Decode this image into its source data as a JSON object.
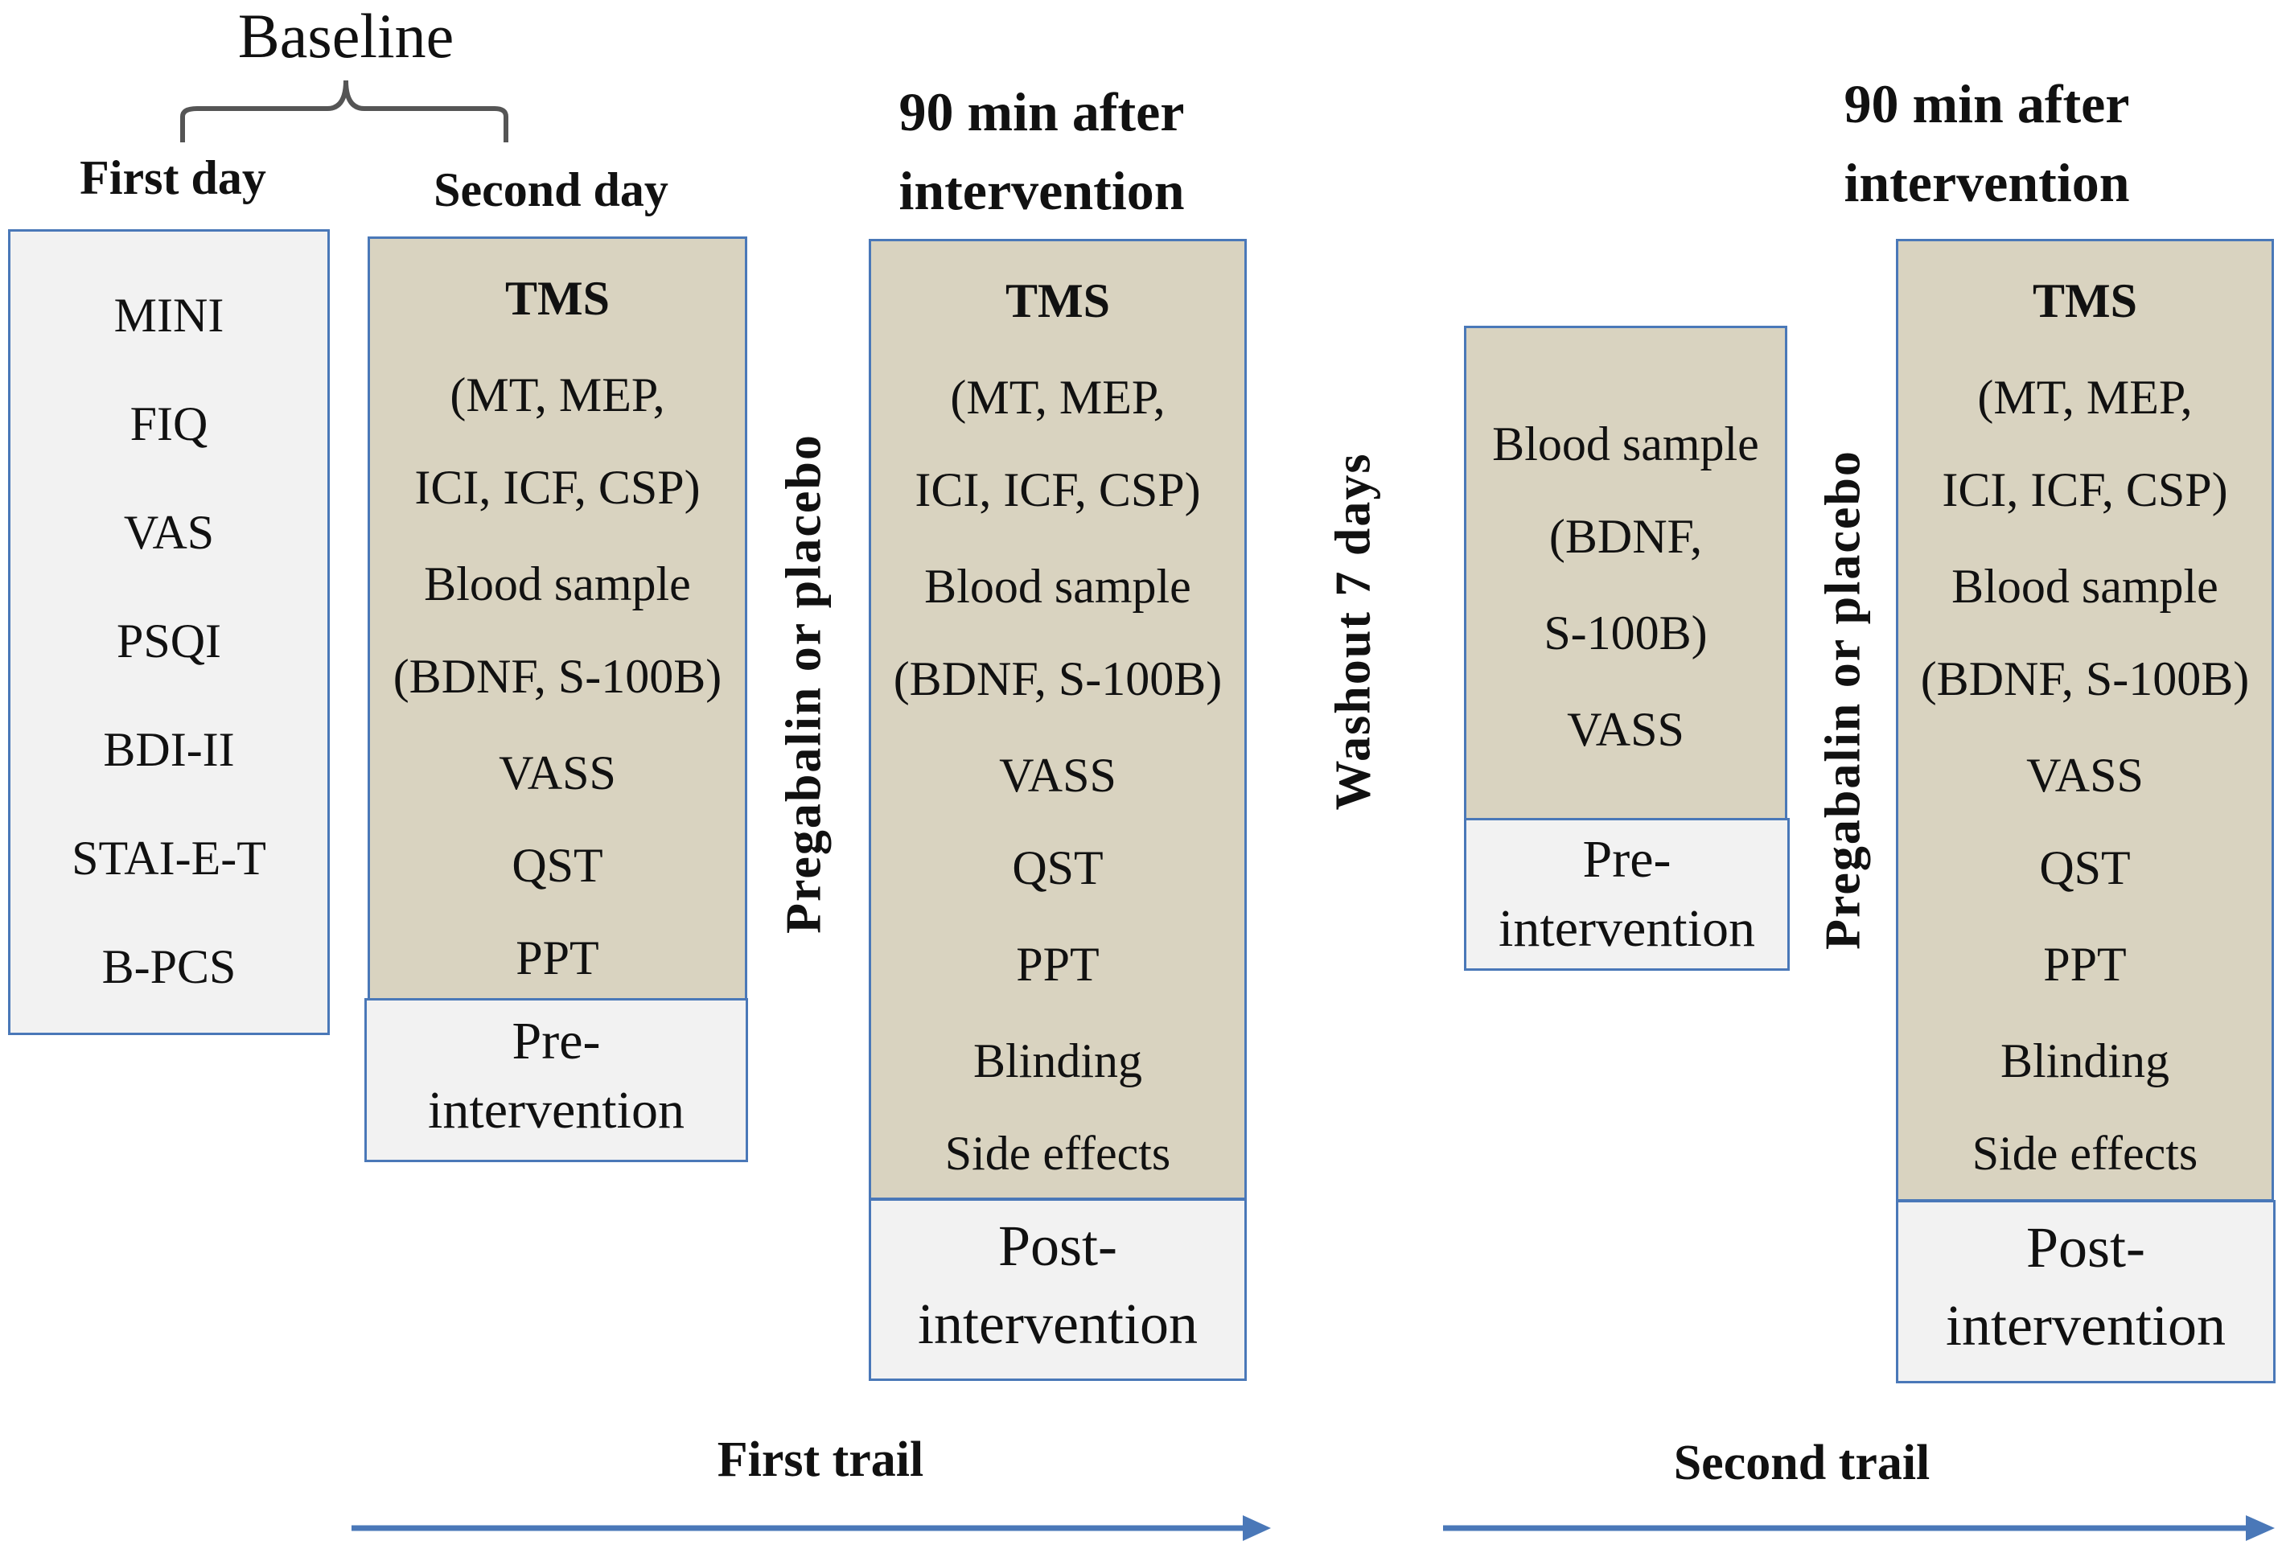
{
  "baseline_label": "Baseline",
  "columns": {
    "first_day": {
      "header": "First day",
      "items": [
        "MINI",
        "FIQ",
        "VAS",
        "PSQI",
        "BDI-II",
        "STAI-E-T",
        "B-PCS"
      ]
    },
    "second_day": {
      "header": "Second day",
      "items": [
        "TMS",
        "(MT, MEP,",
        "ICI, ICF, CSP)",
        "Blood sample",
        "(BDNF, S-100B)",
        "VASS",
        "QST",
        "PPT"
      ],
      "stage": [
        "Pre-",
        "intervention"
      ]
    },
    "first_post": {
      "header": [
        "90 min after",
        "intervention"
      ],
      "items": [
        "TMS",
        "(MT, MEP,",
        "ICI, ICF, CSP)",
        "Blood sample",
        "(BDNF, S-100B)",
        "VASS",
        "QST",
        "PPT",
        "Blinding",
        "Side effects"
      ],
      "stage": [
        "Post-",
        "intervention"
      ]
    },
    "second_pre": {
      "items": [
        "Blood sample",
        "(BDNF,",
        "S-100B)",
        "VASS"
      ],
      "stage": [
        "Pre-",
        "intervention"
      ]
    },
    "second_post": {
      "header": [
        "90 min after",
        "intervention"
      ],
      "items": [
        "TMS",
        "(MT, MEP,",
        "ICI, ICF, CSP)",
        "Blood sample",
        "(BDNF, S-100B)",
        "VASS",
        "QST",
        "PPT",
        "Blinding",
        "Side effects"
      ],
      "stage": [
        "Post-",
        "intervention"
      ]
    }
  },
  "vertical_labels": {
    "intervention_1": "Pregabalin  or placebo",
    "washout": "Washout  7 days",
    "intervention_2": "Pregabalin  or placebo"
  },
  "trails": {
    "first": "First trail",
    "second": "Second trail"
  },
  "colors": {
    "border": "#4a78b8",
    "grey_fill": "#f2f2f2",
    "tan_fill": "#d9d3c0",
    "arrow": "#4a78b8"
  }
}
